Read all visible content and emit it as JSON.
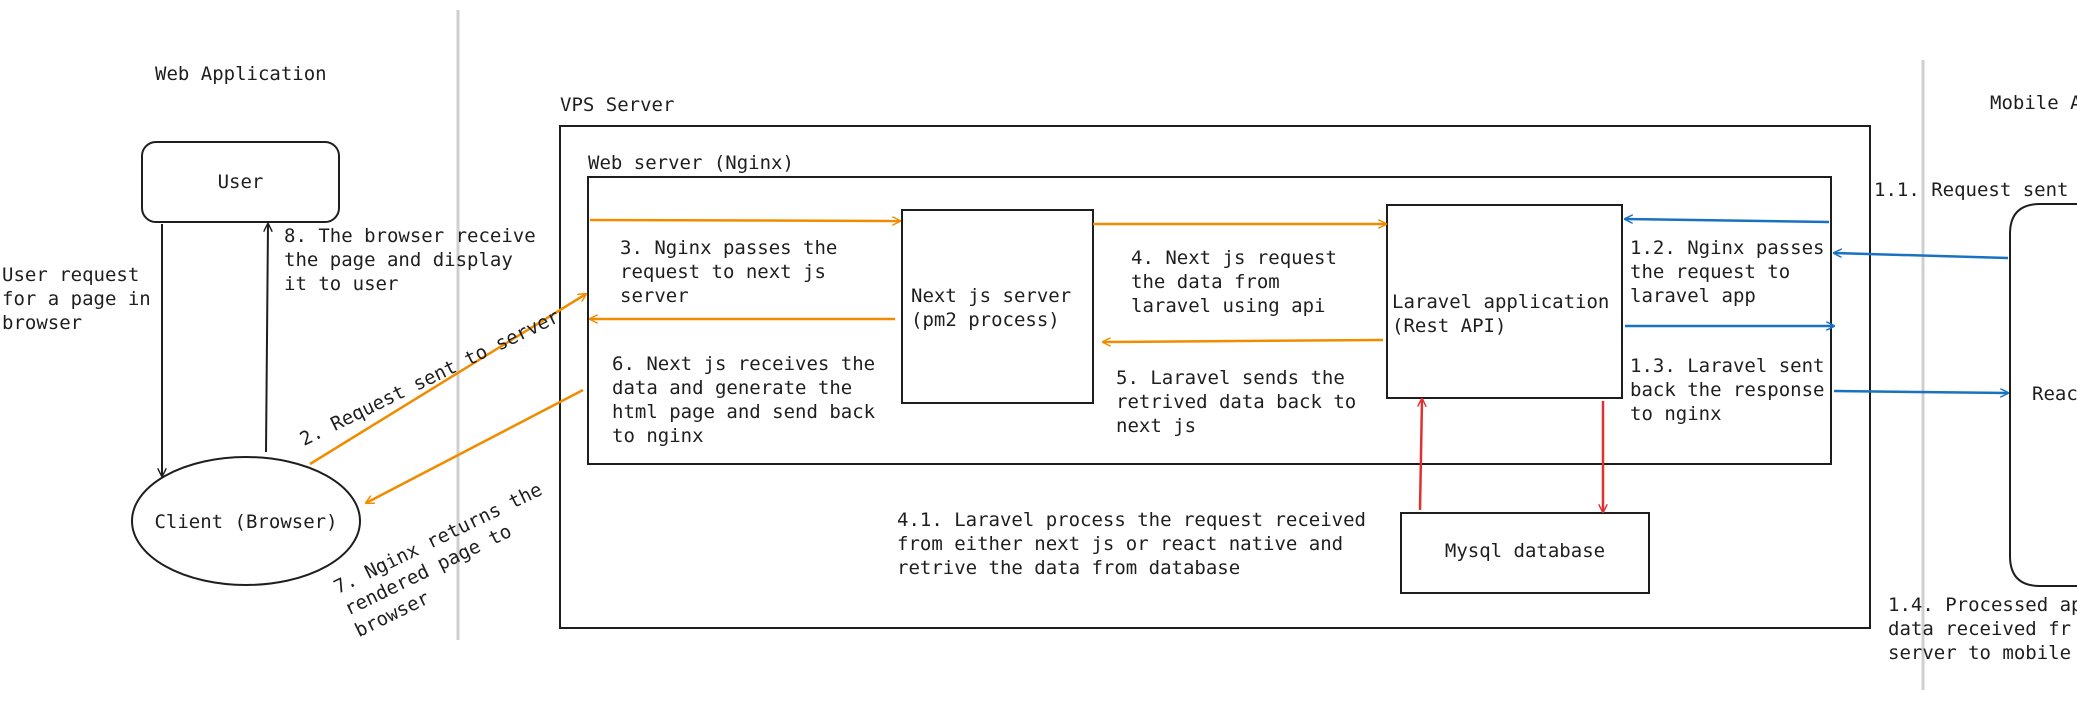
{
  "sections": {
    "web_app": "Web Application",
    "vps": "VPS Server",
    "mobile": "Mobile A"
  },
  "boxes": {
    "nginx": "Web server (Nginx)",
    "user": "User",
    "client": "Client (Browser)",
    "nextjs": "Next js server\n(pm2 process)",
    "laravel": "Laravel application\n(Rest API)",
    "mysql": "Mysql database",
    "react": "Reac"
  },
  "labels": {
    "user_request": "User request\nfor a page in\nbrowser",
    "step8": "8. The browser receive\nthe page and display\nit to user",
    "step2": "2. Request sent to server",
    "step7": "7. Nginx returns the\nrendered page to\nbrowser",
    "step3": "3. Nginx passes the\nrequest to next js\nserver",
    "step6": "6. Next js receives the\ndata and generate the\nhtml page and send back\nto nginx",
    "step4": "4. Next js request\nthe data from\nlaravel using api",
    "step5": "5. Laravel sends the\nretrived data back to\nnext js",
    "step4_1": "4.1. Laravel process the request received\nfrom either next js or react native and\nretrive the data from database",
    "step1_1": "1.1. Request sent",
    "step1_2": "1.2. Nginx passes\nthe request to\nlaravel app",
    "step1_3": "1.3. Laravel sent\nback the response\nto nginx",
    "step1_4": "1.4. Processed ap\ndata received fr\nserver to mobile"
  },
  "colors": {
    "orange": "#f08c00",
    "blue": "#1971c2",
    "red": "#e03131",
    "stroke": "#1e1e1e",
    "divider": "#cfcfcf"
  }
}
